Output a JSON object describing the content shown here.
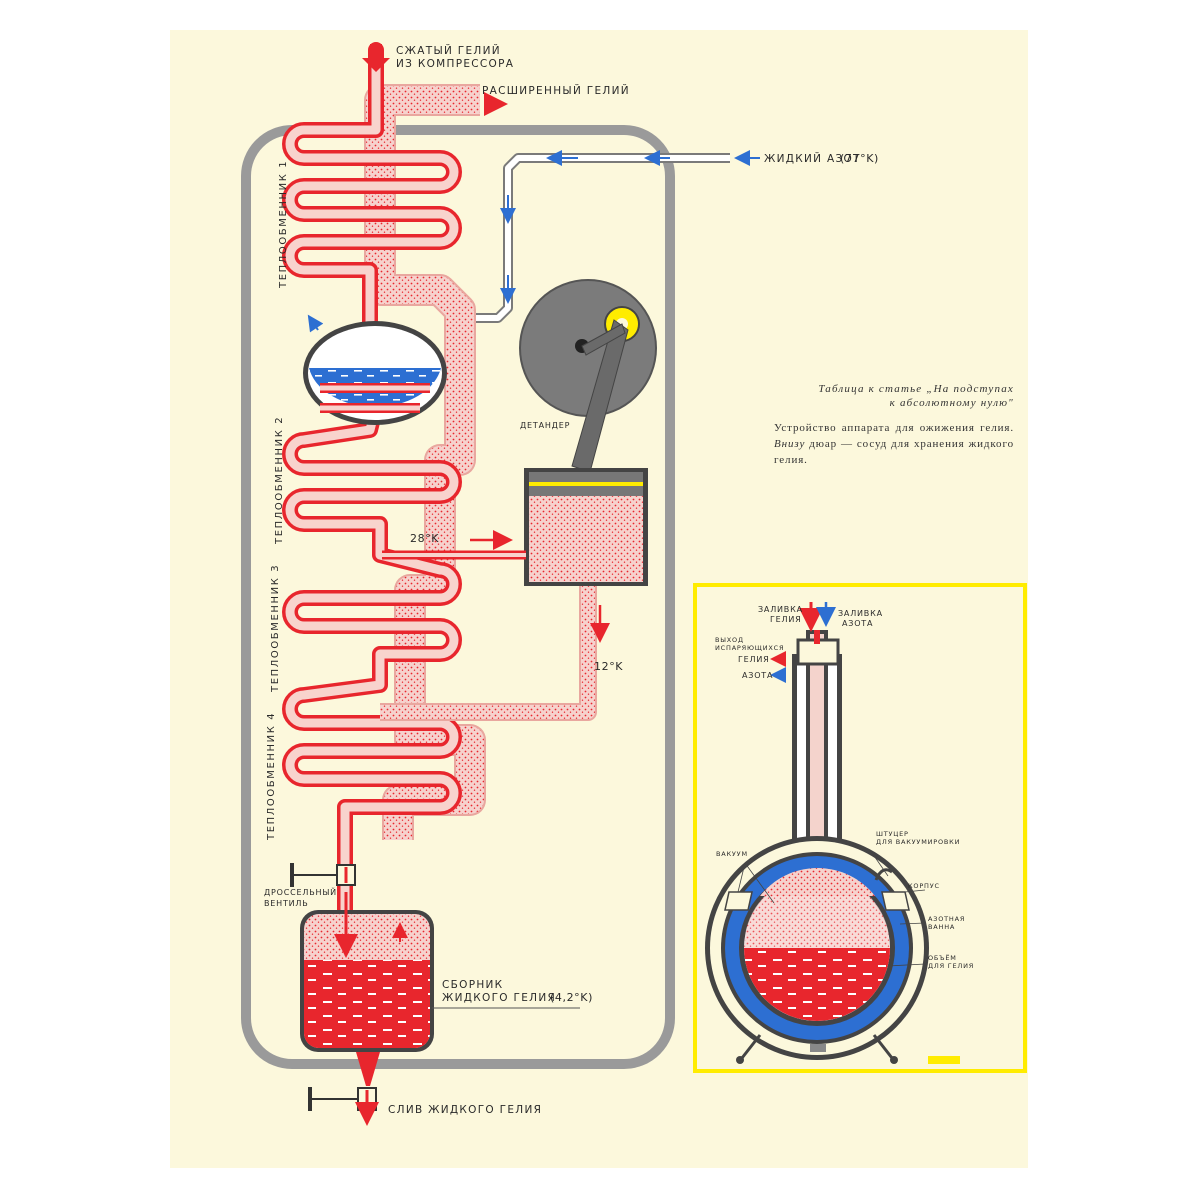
{
  "labels": {
    "compressed_helium_1": "СЖАТЫЙ ГЕЛИЙ",
    "compressed_helium_2": "ИЗ КОМПРЕССОРА",
    "expanded_helium": "РАСШИРЕННЫЙ ГЕЛИЙ",
    "liquid_nitrogen": "ЖИДКИЙ АЗОТ",
    "liquid_nitrogen_temp": "(77°K)",
    "heat_exchanger_1": "ТЕПЛООБМЕННИК 1",
    "heat_exchanger_2": "ТЕПЛООБМЕННИК 2",
    "heat_exchanger_3": "ТЕПЛООБМЕННИК 3",
    "heat_exchanger_4": "ТЕПЛООБМЕННИК 4",
    "expander": "ДЕТАНДЕР",
    "temp_28": "28°K",
    "temp_12": "12°K",
    "throttle_valve_1": "ДРОССЕЛЬНЫЙ",
    "throttle_valve_2": "ВЕНТИЛЬ",
    "collector_1": "СБОРНИК",
    "collector_2": "ЖИДКОГО ГЕЛИЯ",
    "collector_temp": "(4,2°K)",
    "drain": "СЛИВ ЖИДКОГО ГЕЛИЯ"
  },
  "dewar": {
    "fill_helium_1": "ЗАЛИВКА",
    "fill_helium_2": "ГЕЛИЯ",
    "fill_nitrogen_1": "ЗАЛИВКА",
    "fill_nitrogen_2": "АЗОТА",
    "outlet_1": "ВЫХОД",
    "outlet_2": "ИСПАРЯЮЩИХСЯ",
    "outlet_3": "ГЕЛИЯ",
    "outlet_4": "АЗОТА",
    "vacuum": "ВАКУУМ",
    "fitting_1": "ШТУЦЕР",
    "fitting_2": "ДЛЯ ВАКУУМИРОВКИ",
    "body": "КОРПУС",
    "nitrogen_bath_1": "АЗОТНАЯ",
    "nitrogen_bath_2": "ВАННА",
    "helium_volume_1": "ОБЪЁМ",
    "helium_volume_2": "ДЛЯ ГЕЛИЯ"
  },
  "caption": {
    "title_1": "Таблица к статье „На подступах",
    "title_2": "к абсолютному нулю\"",
    "body_1": "Устройство аппарата для ожижения гелия.",
    "body_italic": "Внизу",
    "body_2": "дюар — сосуд для хранения жидкого гелия."
  },
  "colors": {
    "helium_red": "#e8262d",
    "helium_pink": "#f6c9c4",
    "nitrogen_blue": "#2d6fd2",
    "casing_gray": "#9a9a9a",
    "frame_yellow": "#ffec00",
    "paper": "#fcf8dc"
  }
}
